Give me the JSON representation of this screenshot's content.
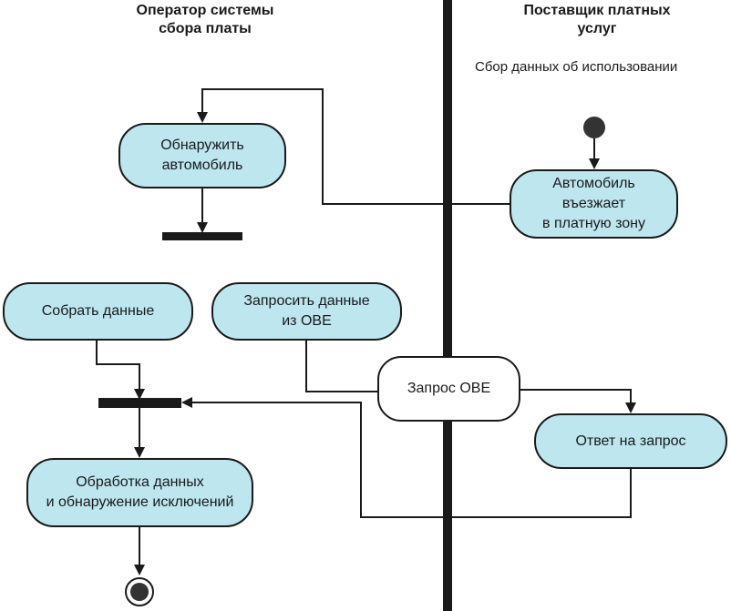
{
  "lanes": {
    "left_title": "Оператор системы\nсбора платы",
    "right_title": "Поставщик платных\nуслуг",
    "right_subtitle": "Сбор данных об использовании"
  },
  "nodes": {
    "detect_vehicle": "Обнаружить\nавтомобиль",
    "vehicle_enters": "Автомобиль\nвъезжает\nв платную зону",
    "collect_data": "Собрать данные",
    "request_obe_data": "Запросить данные\nиз OBE",
    "obe_request": "Запрос OBE",
    "request_response": "Ответ на запрос",
    "process_data": "Обработка данных\nи обнаружение исключений"
  },
  "colors": {
    "activity_fill": "#bde6ef",
    "line": "#1a1a1a",
    "object_fill": "#ffffff"
  }
}
